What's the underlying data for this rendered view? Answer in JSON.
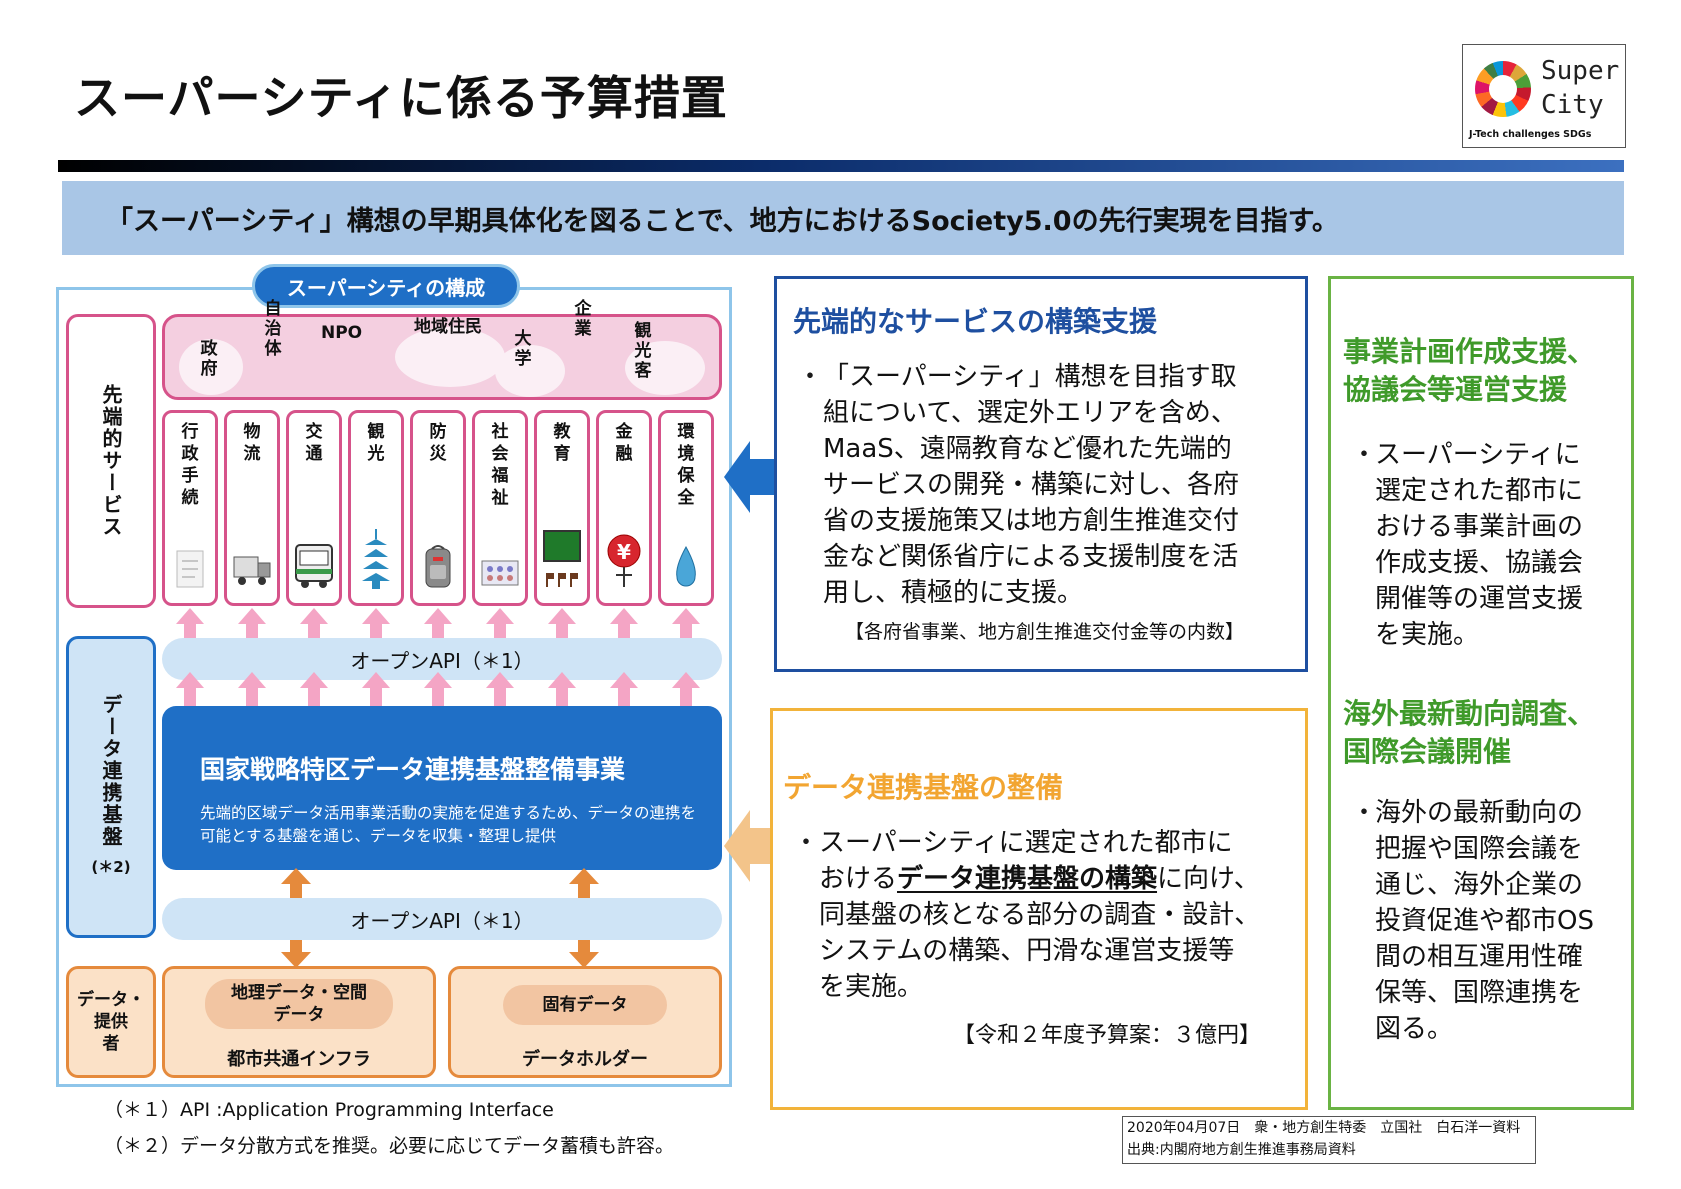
{
  "header": {
    "title": "スーパーシティに係る予算措置",
    "logo": {
      "line1": "Super",
      "line2": "City",
      "tagline": "J-Tech challenges SDGs"
    }
  },
  "banner": {
    "text": "「スーパーシティ」構想の早期具体化を図ることで、地方におけるSociety5.0の先行実現を目指す。"
  },
  "diagram": {
    "composition_title": "スーパーシティの構成",
    "services_label": "先端的サービス",
    "platform_label": "データ連携基盤",
    "platform_note": "(＊2)",
    "provider_label": [
      "データ・",
      "提供",
      "者"
    ],
    "actors": [
      "政府",
      "自治体",
      "NPO",
      "地域住民",
      "大学",
      "企業",
      "観光客"
    ],
    "services": [
      {
        "label": [
          "行",
          "政",
          "手",
          "続"
        ],
        "icon": "document-icon"
      },
      {
        "label": [
          "物",
          "流"
        ],
        "icon": "truck-icon"
      },
      {
        "label": [
          "交",
          "通"
        ],
        "icon": "bus-icon"
      },
      {
        "label": [
          "観",
          "光"
        ],
        "icon": "pagoda-icon"
      },
      {
        "label": [
          "防",
          "災"
        ],
        "icon": "backpack-icon"
      },
      {
        "label": [
          "社",
          "会",
          "福",
          "祉"
        ],
        "icon": "pill-icon"
      },
      {
        "label": [
          "教",
          "育"
        ],
        "icon": "blackboard-icon"
      },
      {
        "label": [
          "金",
          "融"
        ],
        "icon": "yen-icon"
      },
      {
        "label": [
          "環",
          "境",
          "保",
          "全"
        ],
        "icon": "water-drop-icon"
      }
    ],
    "open_api_top": "オープンAPI（＊1）",
    "open_api_bottom": "オープンAPI（＊1）",
    "platform": {
      "title": "国家戦略特区データ連携基盤整備事業",
      "description": "先端的区域データ活用事業活動の実施を促進するため、データの連携を可能とする基盤を通じ、データを収集・整理し提供"
    },
    "holders": [
      {
        "pill": [
          "地理データ・空間",
          "データ"
        ],
        "name": "都市共通インフラ"
      },
      {
        "pill": [
          "固有データ"
        ],
        "name": "データホルダー"
      }
    ]
  },
  "box_services": {
    "title": "先端的なサービスの構築支援",
    "bullet": "・",
    "lines": [
      "「スーパーシティ」構想を目指す取",
      "組について、選定外エリアを含め、",
      "MaaS、遠隔教育など優れた先端的",
      "サービスの開発・構築に対し、各府",
      "省の支援施策又は地方創生推進交付",
      "金など関係省庁による支援制度を活",
      "用し、積極的に支援。"
    ],
    "note": "【各府省事業、地方創生推進交付金等の内数】"
  },
  "box_platform": {
    "title": "データ連携基盤の整備",
    "bullet": "・",
    "line1": "スーパーシティに選定された都市に",
    "line2_pre": "おける",
    "line2_emph": "データ連携基盤の構築",
    "line2_post": "に向け、",
    "lines_rest": [
      "同基盤の核となる部分の調査・設計、",
      "システムの構築、円滑な運営支援等",
      "を実施。"
    ],
    "note": "【令和２年度予算案：３億円】"
  },
  "box_green": {
    "title1": [
      "事業計画作成支援、",
      "協議会等運営支援"
    ],
    "bullet": "・",
    "body1": [
      "スーパーシティに",
      "選定された都市に",
      "おける事業計画の",
      "作成支援、協議会",
      "開催等の運営支援",
      "を実施。"
    ],
    "title2": [
      "海外最新動向調査、",
      "国際会議開催"
    ],
    "body2": [
      "海外の最新動向の",
      "把握や国際会議を",
      "通じ、海外企業の",
      "投資促進や都市OS",
      "間の相互運用性確",
      "保等、国際連携を",
      "図る。"
    ]
  },
  "footnotes": [
    "（＊１）API :Application Programming Interface",
    "（＊２）データ分散方式を推奨。必要に応じてデータ蓄積も許容。"
  ],
  "source": {
    "line1": "2020年04月07日　衆・地方創生特委　立国社　白石洋一資料",
    "line2": "出典:内閣府地方創生推進事務局資料"
  },
  "colors": {
    "accent_blue": "#1f6fc6",
    "pink": "#d6538a",
    "orange": "#e58a3c",
    "green": "#6ab344",
    "banner": "#a9c6e6"
  }
}
